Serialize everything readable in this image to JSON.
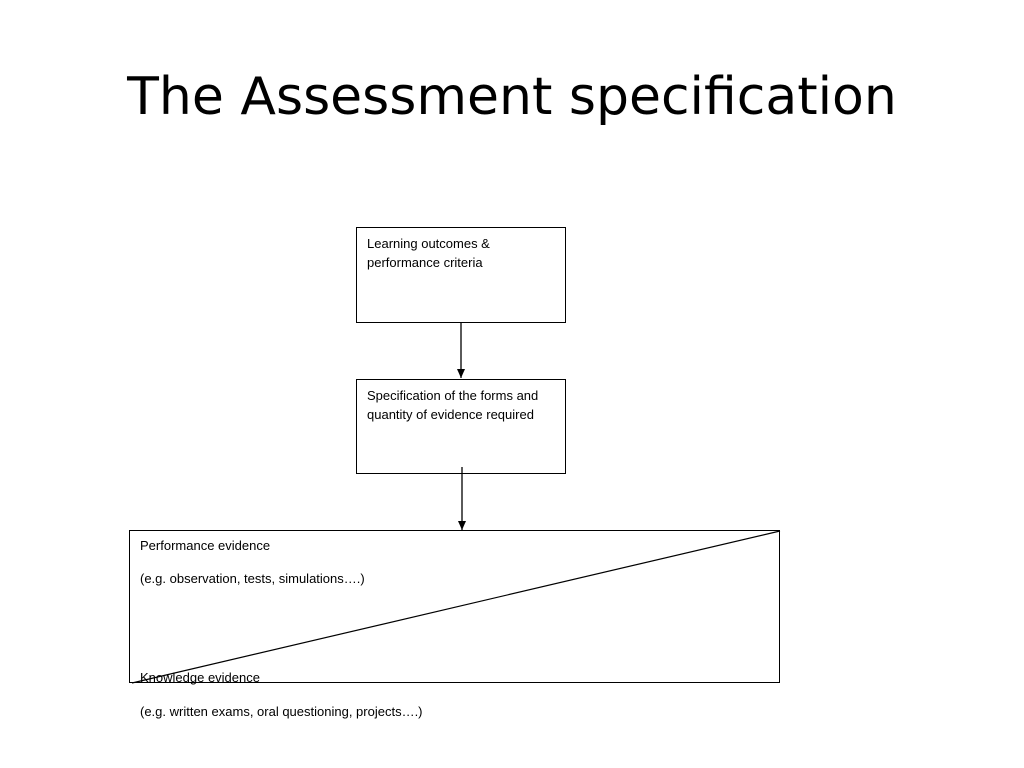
{
  "title": "The Assessment specification",
  "boxes": {
    "outcomes": "Learning outcomes & performance criteria",
    "specification": "Specification of the forms and quantity of evidence required"
  },
  "evidence": {
    "performance_title": "Performance evidence",
    "performance_examples": "(e.g. observation, tests, simulations….)",
    "knowledge_title": "Knowledge evidence",
    "knowledge_examples": "(e.g. written exams, oral questioning, projects….)"
  }
}
